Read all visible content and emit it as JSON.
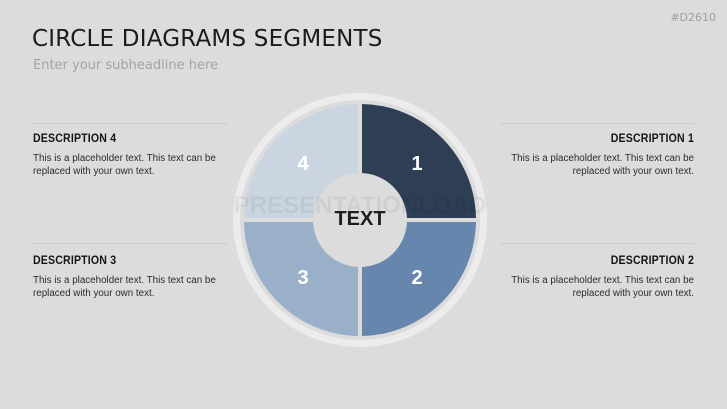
{
  "slide": {
    "title": "CIRCLE DIAGRAMS SEGMENTS",
    "subtitle": "Enter your subheadline here",
    "code": "#D2610"
  },
  "diagram": {
    "center_text": "TEXT",
    "watermark": "PRESENTATIONLOAD",
    "segments": [
      {
        "label": "1",
        "color": "#2d3e55"
      },
      {
        "label": "2",
        "color": "#6786ad"
      },
      {
        "label": "3",
        "color": "#9ab0c9"
      },
      {
        "label": "4",
        "color": "#cad5e1"
      }
    ],
    "ring_color": "#ececec",
    "background_color": "#dcdcdc"
  },
  "descriptions": [
    {
      "title": "DESCRIPTION 1",
      "text": "This is a placeholder text. This text can be replaced with your own text."
    },
    {
      "title": "DESCRIPTION 2",
      "text": "This is a placeholder text. This text can be replaced with your own text."
    },
    {
      "title": "DESCRIPTION 3",
      "text": "This is a placeholder text. This text can be replaced with your own text."
    },
    {
      "title": "DESCRIPTION 4",
      "text": "This is a placeholder text. This text can be replaced with your own text."
    }
  ]
}
